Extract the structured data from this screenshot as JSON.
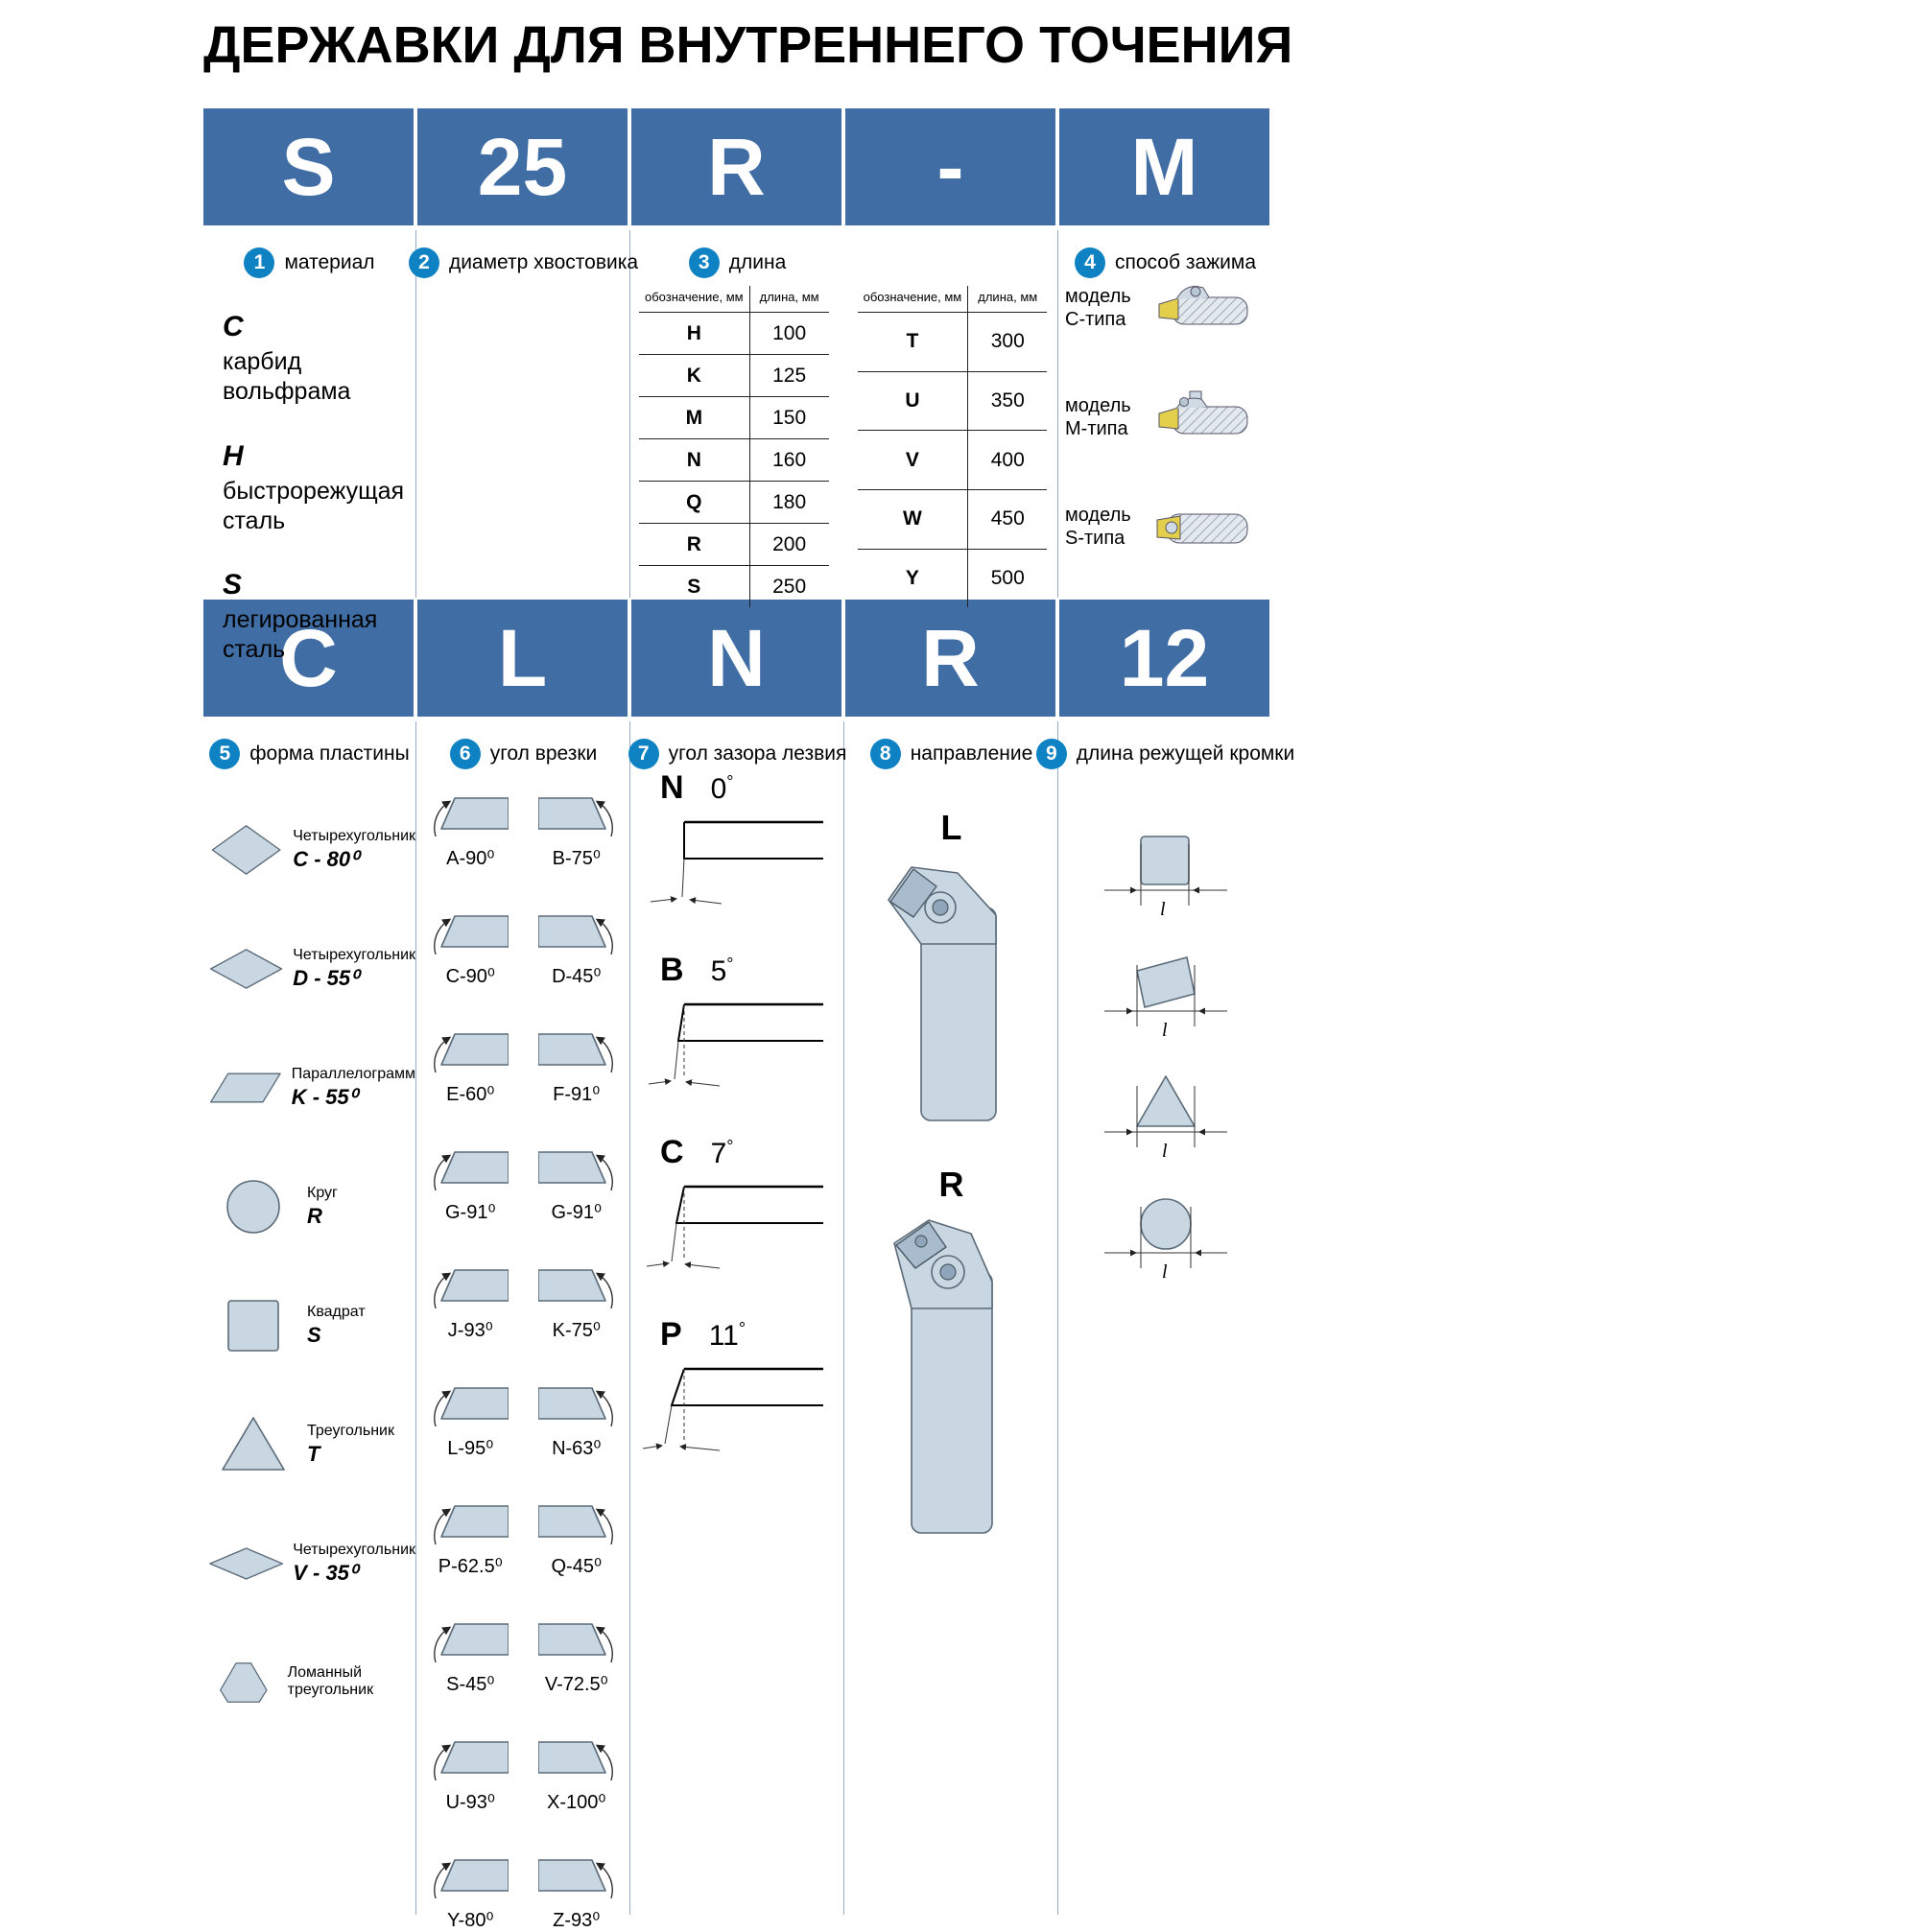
{
  "title": "ДЕРЖАВКИ ДЛЯ ВНУТРЕННЕГО ТОЧЕНИЯ",
  "colors": {
    "header_blue": "#3f6da4",
    "badge_blue": "#0f82c4",
    "shape_fill": "#c9d7e3"
  },
  "code_row_1": [
    "S",
    "25",
    "R",
    "-",
    "M"
  ],
  "code_row_2": [
    "C",
    "L",
    "N",
    "R",
    "12"
  ],
  "material": {
    "num": "1",
    "label": "материал",
    "items": [
      {
        "code": "C",
        "desc": "карбид вольфрама"
      },
      {
        "code": "H",
        "desc": "быстрорежущая сталь"
      },
      {
        "code": "S",
        "desc": "легированная сталь"
      }
    ]
  },
  "shank": {
    "num": "2",
    "label": "диаметр хвостовика"
  },
  "length": {
    "num": "3",
    "label": "длина",
    "col_code": "обозначение, мм",
    "col_len": "длина, мм",
    "table_a": [
      [
        "H",
        "100"
      ],
      [
        "K",
        "125"
      ],
      [
        "M",
        "150"
      ],
      [
        "N",
        "160"
      ],
      [
        "Q",
        "180"
      ],
      [
        "R",
        "200"
      ],
      [
        "S",
        "250"
      ]
    ],
    "table_b": [
      [
        "T",
        "300"
      ],
      [
        "U",
        "350"
      ],
      [
        "V",
        "400"
      ],
      [
        "W",
        "450"
      ],
      [
        "Y",
        "500"
      ]
    ]
  },
  "clamp": {
    "num": "4",
    "label": "способ зажима",
    "model_word": "модель",
    "types": [
      "C-типа",
      "M-типа",
      "S-типа"
    ]
  },
  "insert_shape": {
    "num": "5",
    "label": "форма пластины",
    "items": [
      {
        "name": "Четырехугольник",
        "code": "C - 80⁰"
      },
      {
        "name": "Четырехугольник",
        "code": "D - 55⁰"
      },
      {
        "name": "Параллелограмм",
        "code": "K - 55⁰"
      },
      {
        "name": "Круг",
        "code": "R"
      },
      {
        "name": "Квадрат",
        "code": "S"
      },
      {
        "name": "Треугольник",
        "code": "T"
      },
      {
        "name": "Четырехугольник",
        "code": "V - 35⁰"
      },
      {
        "name": "Ломанный треугольник",
        "code": ""
      }
    ]
  },
  "entry_angle": {
    "num": "6",
    "label": "угол врезки",
    "items": [
      "A-90⁰",
      "B-75⁰",
      "C-90⁰",
      "D-45⁰",
      "E-60⁰",
      "F-91⁰",
      "G-91⁰",
      "G-91⁰",
      "J-93⁰",
      "K-75⁰",
      "L-95⁰",
      "N-63⁰",
      "P-62.5⁰",
      "Q-45⁰",
      "S-45⁰",
      "V-72.5⁰",
      "U-93⁰",
      "X-100⁰",
      "Y-80⁰",
      "Z-93⁰"
    ]
  },
  "clearance": {
    "num": "7",
    "label": "угол зазора лезвия",
    "deg": "°",
    "items": [
      {
        "letter": "N",
        "angle": "0"
      },
      {
        "letter": "B",
        "angle": "5"
      },
      {
        "letter": "C",
        "angle": "7"
      },
      {
        "letter": "P",
        "angle": "11"
      }
    ]
  },
  "direction": {
    "num": "8",
    "label": "направление",
    "left": "L",
    "right": "R"
  },
  "edge_length": {
    "num": "9",
    "label": "длина режущей кромки",
    "dim": "l"
  }
}
